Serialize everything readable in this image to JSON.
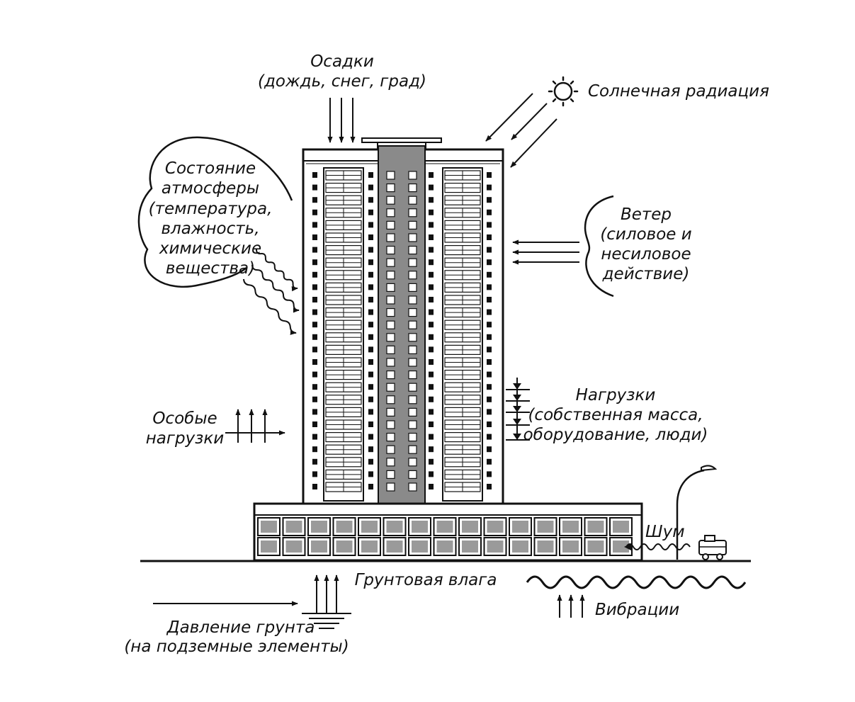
{
  "labels": {
    "precipitation": [
      "Осадки",
      "(дождь, снег, град)"
    ],
    "solar": "Солнечная радиация",
    "atmosphere": [
      "Состояние",
      "атмосферы",
      "(температура,",
      "влажность,",
      "химические",
      "вещества)"
    ],
    "wind": [
      "Ветер",
      "(силовое и",
      "несиловое",
      "действие)"
    ],
    "loads": [
      "Нагрузки",
      "(собственная масса,",
      "оборудование, люди)"
    ],
    "special_loads": [
      "Особые",
      "нагрузки"
    ],
    "noise": "Шум",
    "ground_moisture": "Грунтовая влага",
    "soil_pressure": [
      "Давление грунта",
      "(на подземные элементы)"
    ],
    "vibrations": "Вибрации"
  },
  "colors": {
    "ink": "#111111",
    "paper": "#ffffff",
    "core": "#8a8a8a",
    "window": "#9a9a9a"
  },
  "icons": {
    "sun": "sun-icon",
    "street_lamp": "street-lamp-icon",
    "vehicle": "vehicle-icon"
  }
}
